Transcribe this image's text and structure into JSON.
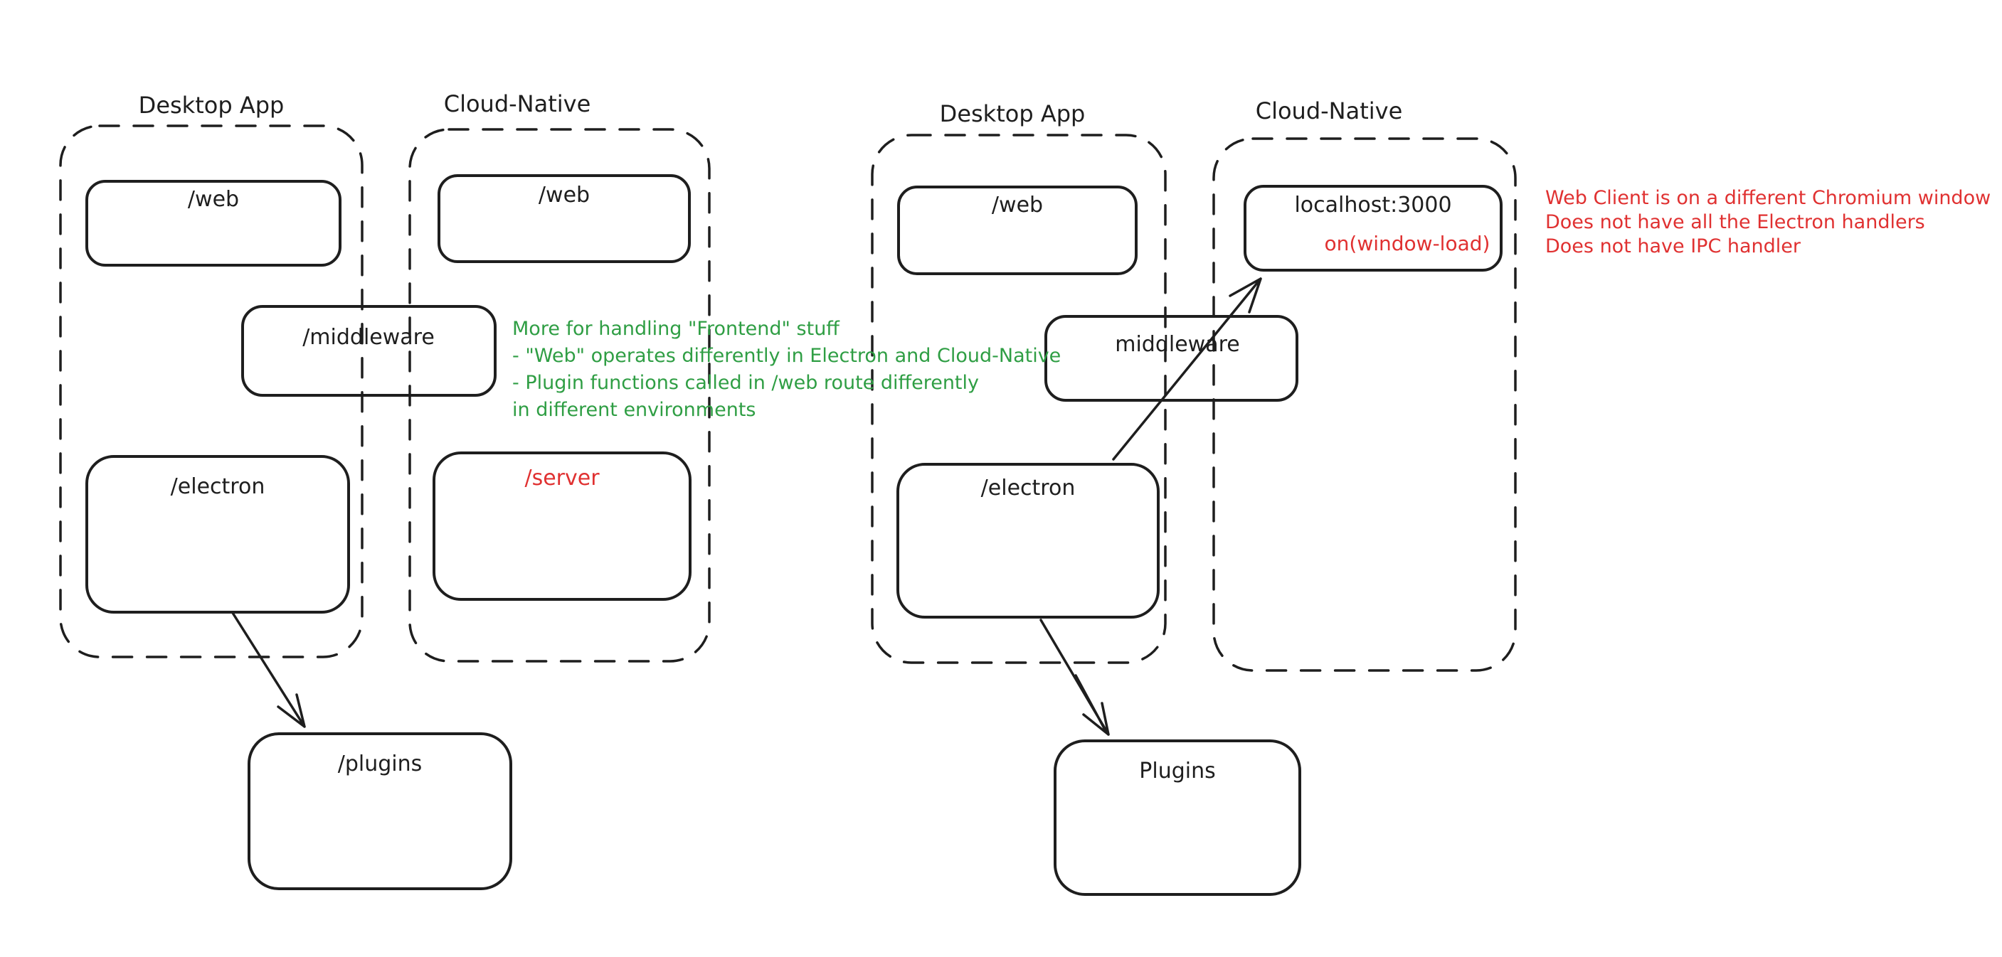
{
  "colors": {
    "stroke": "#1e1e1e",
    "red": "#e03131",
    "green": "#2f9e44",
    "background": "#ffffff"
  },
  "left_diagram": {
    "desktop_app_label": "Desktop App",
    "cloud_native_label": "Cloud-Native",
    "web_desktop_label": "/web",
    "web_cloud_label": "/web",
    "middleware_label": "/middleware",
    "electron_label": "/electron",
    "server_label": "/server",
    "plugins_label": "/plugins"
  },
  "right_diagram": {
    "desktop_app_label": "Desktop App",
    "cloud_native_label": "Cloud-Native",
    "web_label": "/web",
    "localhost_label": "localhost:3000",
    "window_load_label": "on(window-load)",
    "middleware_label": "middleware",
    "electron_label": "/electron",
    "plugins_label": "Plugins"
  },
  "green_note": {
    "color": "#2f9e44",
    "lines": [
      "More for handling \"Frontend\" stuff",
      "- \"Web\" operates differently in Electron and Cloud-Native",
      "- Plugin functions called in /web route differently",
      "in different environments"
    ]
  },
  "red_note": {
    "color": "#e03131",
    "lines": [
      "Web Client is on a different Chromium window",
      "Does not have all the Electron handlers",
      "Does not have IPC handler"
    ]
  }
}
